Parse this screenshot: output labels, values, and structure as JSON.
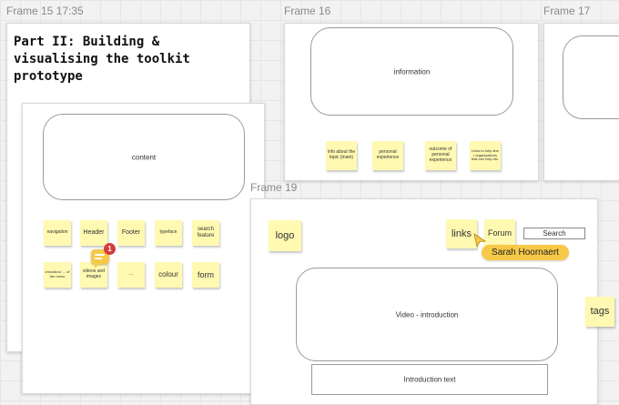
{
  "frames": {
    "frame15": {
      "label": "Frame 15 17:35"
    },
    "frame16": {
      "label": "Frame 16"
    },
    "frame17": {
      "label": "Frame 17"
    },
    "frame19": {
      "label": "Frame 19"
    }
  },
  "title": "Part II: Building & visualising the toolkit prototype",
  "content_box": {
    "label": "content"
  },
  "content_notes": [
    "navigation",
    "Header",
    "Footer",
    "typeface",
    "search feature",
    "checkbox/ ... of the menu",
    "videos and images",
    "...",
    "colour",
    "form"
  ],
  "information_box": {
    "label": "information"
  },
  "information_notes": [
    "info about the topic (main)",
    "personal experience",
    "outcome of personal experience",
    "Links to help-line / organisations that can help etc."
  ],
  "frame19_content": {
    "logo": "logo",
    "links": "links",
    "forum": "Forum",
    "search": "Search",
    "video": "Video - introduction",
    "intro_text": "Introduction text",
    "tags": "tags"
  },
  "comment": {
    "count": "1"
  },
  "collaborator": {
    "name": "Sarah Hoornaert"
  },
  "colors": {
    "sticky": "#fff9b1",
    "cursor": "#f7c948",
    "badge": "#d43c3c",
    "frame_label": "#8a8a8a"
  }
}
